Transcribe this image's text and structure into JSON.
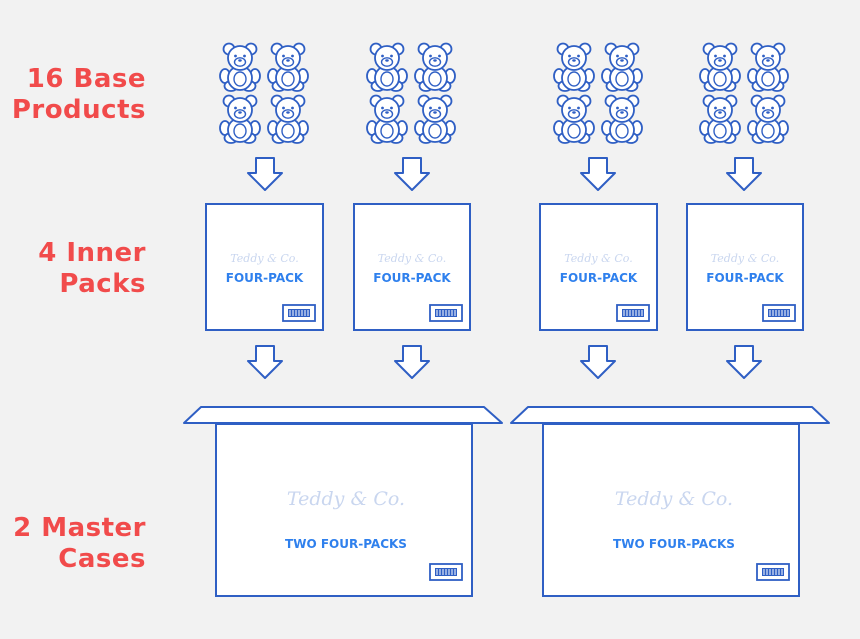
{
  "labels": {
    "base": [
      "16 Base",
      "Products"
    ],
    "inner": [
      "4 Inner",
      "Packs"
    ],
    "master": [
      "2 Master",
      "Cases"
    ]
  },
  "inner_packs": [
    {
      "brand": "Teddy & Co.",
      "title": "FOUR-PACK"
    },
    {
      "brand": "Teddy & Co.",
      "title": "FOUR-PACK"
    },
    {
      "brand": "Teddy & Co.",
      "title": "FOUR-PACK"
    },
    {
      "brand": "Teddy & Co.",
      "title": "FOUR-PACK"
    }
  ],
  "master_cases": [
    {
      "brand": "Teddy & Co.",
      "title": "TWO FOUR-PACKS"
    },
    {
      "brand": "Teddy & Co.",
      "title": "TWO FOUR-PACKS"
    }
  ],
  "colors": {
    "label_red": "#f14b4b",
    "outline_blue": "#2f5fc4",
    "title_blue": "#2f80ed",
    "brand_faint": "#c9d6ef",
    "background": "#f2f2f2"
  },
  "icons": [
    "teddy-bear-icon",
    "down-arrow-icon",
    "barcode-icon"
  ]
}
